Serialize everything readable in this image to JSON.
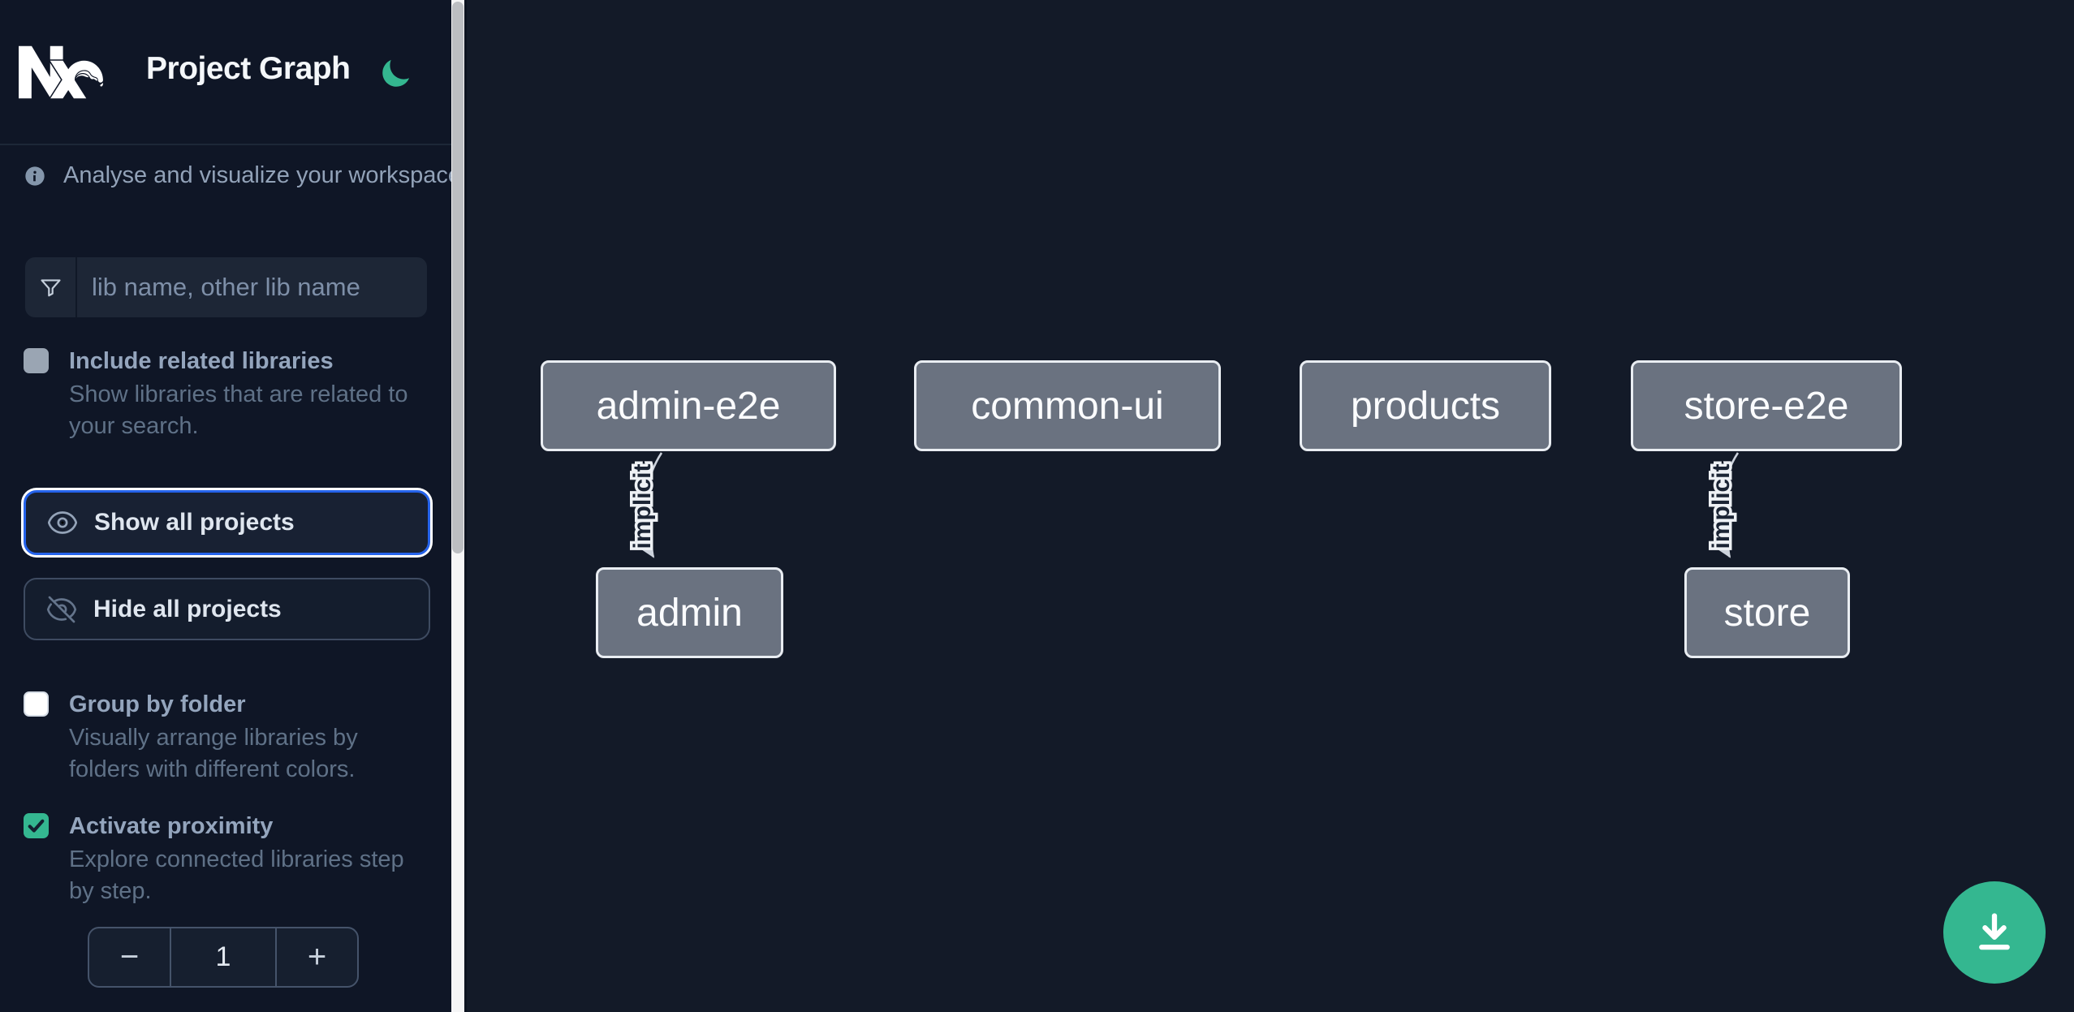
{
  "header": {
    "title": "Project Graph"
  },
  "sidebar": {
    "tagline": "Analyse and visualize your workspace.",
    "search_placeholder": "lib name, other lib name",
    "options": {
      "include_related": {
        "label": "Include related libraries",
        "description_lines": [
          "Show libraries that are related to",
          "your search."
        ],
        "checked": false
      },
      "group_by_folder": {
        "label": "Group by folder",
        "description_lines": [
          "Visually arrange libraries by",
          "folders with different colors."
        ],
        "checked": false
      },
      "activate_proximity": {
        "label": "Activate proximity",
        "description_lines": [
          "Explore connected libraries step",
          "by step."
        ],
        "checked": true
      }
    },
    "buttons": {
      "show_all": "Show all projects",
      "hide_all": "Hide all projects"
    },
    "stepper": {
      "decrement": "−",
      "value": "1",
      "increment": "+"
    }
  },
  "graph": {
    "nodes": [
      {
        "id": "admin-e2e",
        "label": "admin-e2e"
      },
      {
        "id": "common-ui",
        "label": "common-ui"
      },
      {
        "id": "products",
        "label": "products"
      },
      {
        "id": "store-e2e",
        "label": "store-e2e"
      },
      {
        "id": "admin",
        "label": "admin"
      },
      {
        "id": "store",
        "label": "store"
      }
    ],
    "edges": [
      {
        "from": "admin-e2e",
        "to": "admin",
        "label": "implicit"
      },
      {
        "from": "store-e2e",
        "to": "store",
        "label": "implicit"
      }
    ]
  },
  "colors": {
    "accent_green": "#34b790",
    "focus_blue": "#2563eb",
    "sidebar_bg": "#0f1626",
    "canvas_bg": "#131a28",
    "node_fill": "#6a7280",
    "node_border": "#e9edf2",
    "node_text": "#fbfcfe",
    "edge_color": "#ccd2dc",
    "label_color": "#94a5bd",
    "desc_color": "#5f7187"
  }
}
